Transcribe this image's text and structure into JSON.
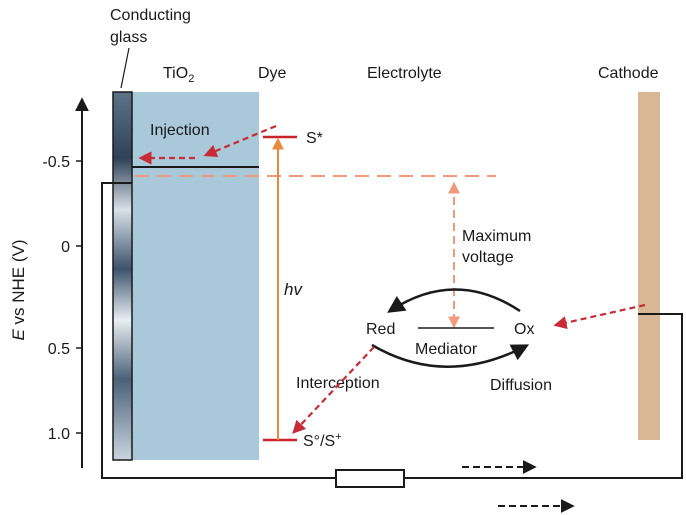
{
  "labels": {
    "conducting_glass_1": "Conducting",
    "conducting_glass_2": "glass",
    "tio2_base": "TiO",
    "tio2_sub": "2",
    "dye": "Dye",
    "electrolyte": "Electrolyte",
    "cathode": "Cathode",
    "injection": "Injection",
    "s_star": "S*",
    "s_ground": "S°/S",
    "s_ground_sup": "+",
    "hv": "hv",
    "max_voltage_1": "Maximum",
    "max_voltage_2": "voltage",
    "red": "Red",
    "ox": "Ox",
    "mediator": "Mediator",
    "interception": "Interception",
    "diffusion": "Diffusion"
  },
  "axis": {
    "label_var": "E",
    "label_rest": " vs NHE (V)",
    "ticks": [
      "-0.5",
      "0",
      "0.5",
      "1.0"
    ],
    "tick_values": [
      -0.5,
      0,
      0.5,
      1.0
    ]
  },
  "colors": {
    "tio2_fill": "#a9c8da",
    "cathode_fill": "#d9b796",
    "red_level": "#cc2229",
    "hv_arrow": "#e98a3c",
    "dashed_line": "#f39a7c",
    "red_dashed_arrow": "#c62b36",
    "black": "#1a1a1a"
  }
}
